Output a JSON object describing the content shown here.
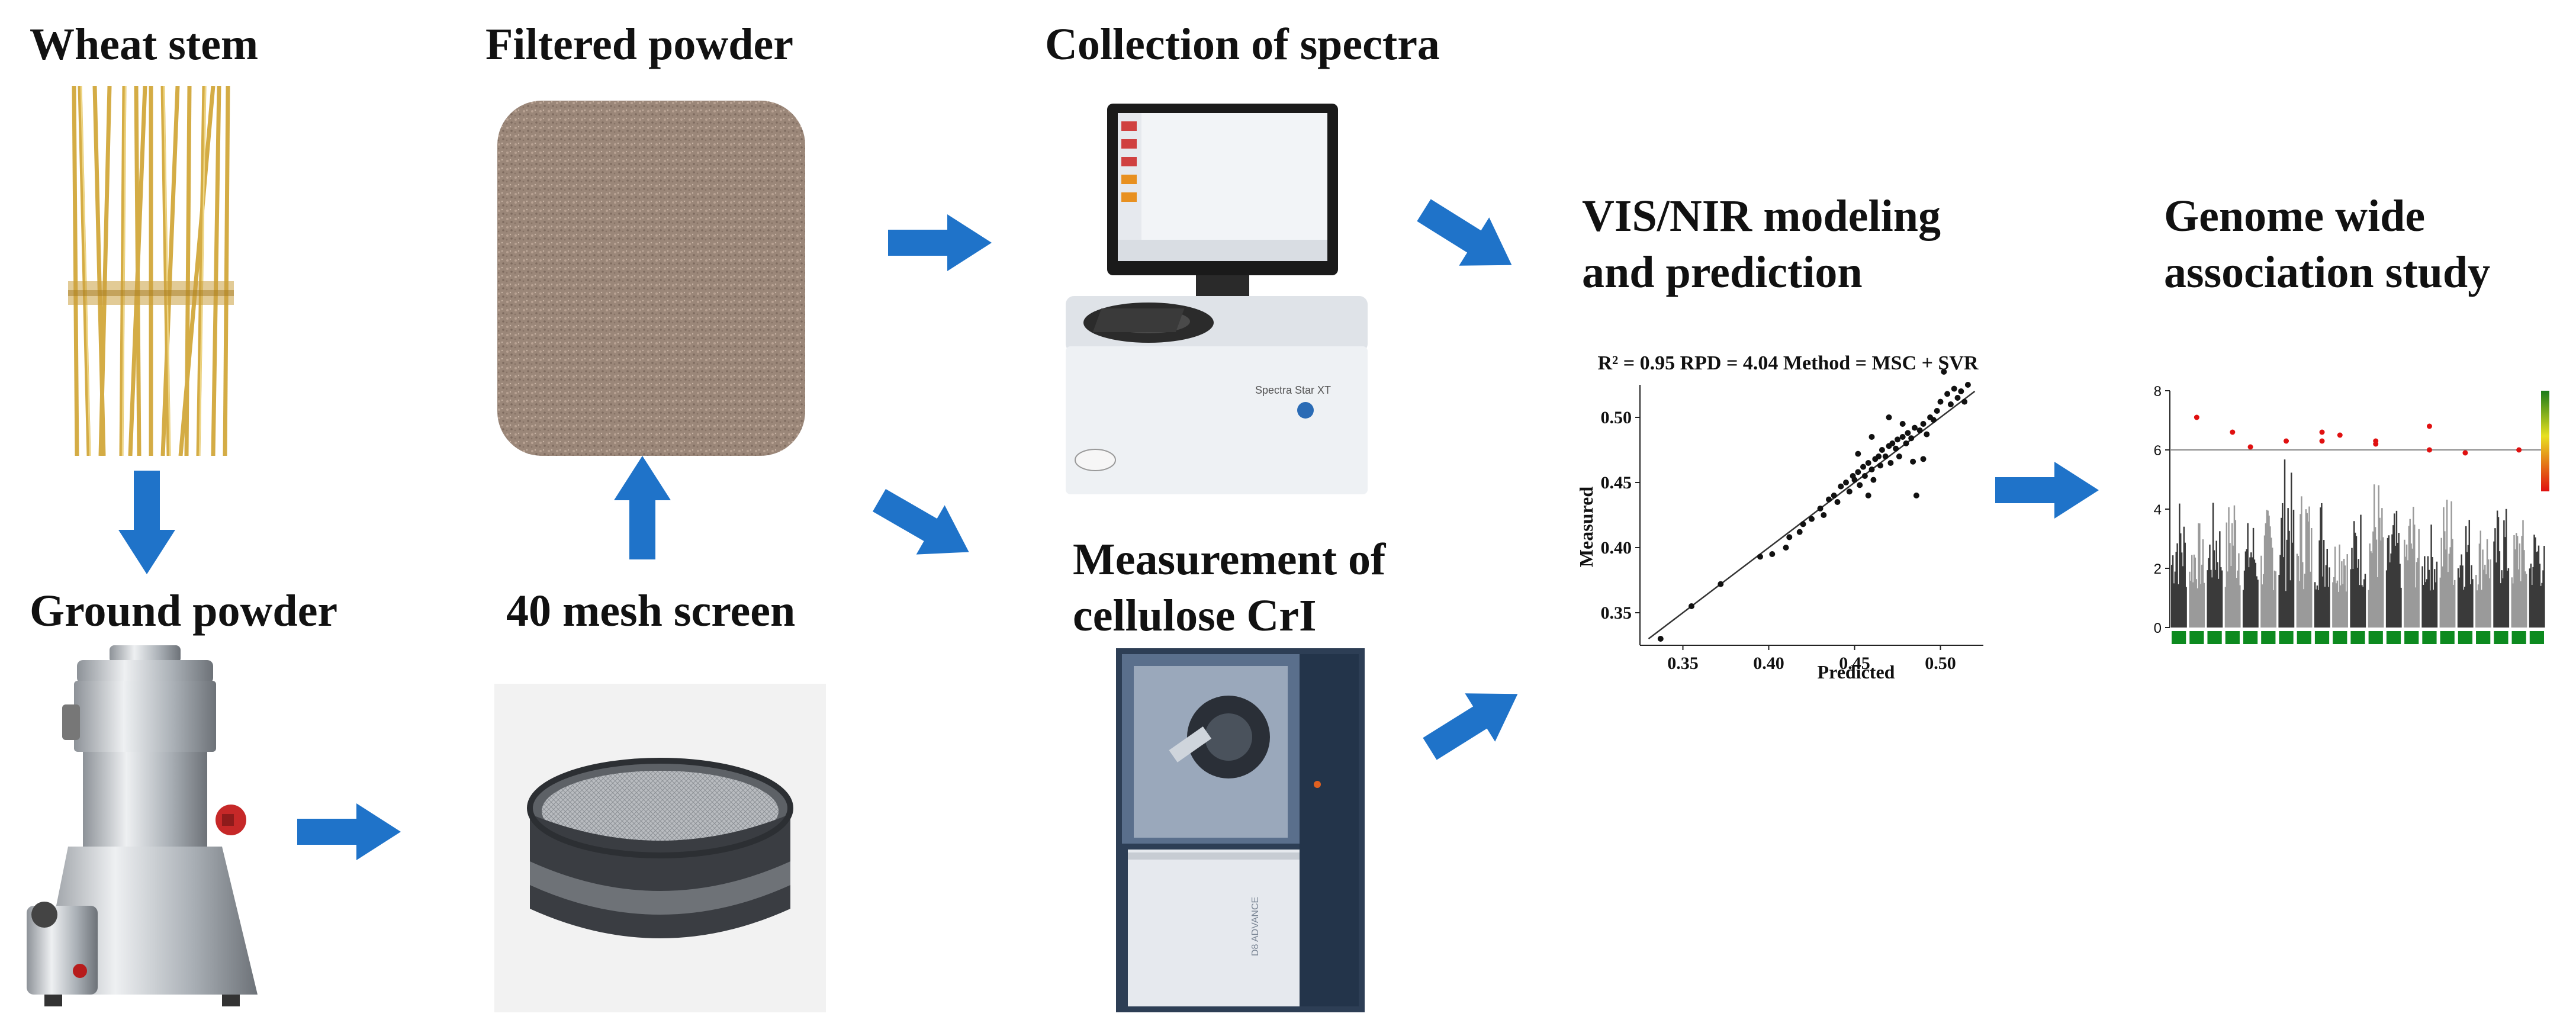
{
  "labels": {
    "wheat_stem": "Wheat stem",
    "filtered_powder": "Filtered powder",
    "collection_spectra": "Collection of spectra",
    "vis_nir_line1": "VIS/NIR modeling",
    "vis_nir_line2": "and prediction",
    "gwas_line1": "Genome wide",
    "gwas_line2": "association study",
    "ground_powder": "Ground powder",
    "mesh_screen": "40 mesh screen",
    "measurement_line1": "Measurement of",
    "measurement_line2": "cellulose CrI"
  },
  "colors": {
    "arrow": "#1f73c9",
    "text": "#111111",
    "bar_dark": "#3a3a3a",
    "bar_light": "#9a9a9a",
    "chrom": "#0d8a1f",
    "hit": "#e01010"
  },
  "chart_data": [
    {
      "type": "scatter",
      "title": "R² = 0.95 RPD = 4.04 Method = MSC + SVR",
      "xlabel": "Predicted",
      "ylabel": "Measured",
      "xlim": [
        0.325,
        0.525
      ],
      "ylim": [
        0.325,
        0.525
      ],
      "xticks": [
        "0.35",
        "0.40",
        "0.45",
        "0.50"
      ],
      "yticks": [
        "0.35",
        "0.40",
        "0.45",
        "0.50"
      ],
      "fit_line": [
        [
          0.33,
          0.33
        ],
        [
          0.52,
          0.52
        ]
      ],
      "points": [
        [
          0.337,
          0.33
        ],
        [
          0.355,
          0.355
        ],
        [
          0.372,
          0.372
        ],
        [
          0.395,
          0.393
        ],
        [
          0.402,
          0.395
        ],
        [
          0.41,
          0.4
        ],
        [
          0.412,
          0.408
        ],
        [
          0.418,
          0.412
        ],
        [
          0.42,
          0.418
        ],
        [
          0.425,
          0.422
        ],
        [
          0.43,
          0.43
        ],
        [
          0.432,
          0.425
        ],
        [
          0.435,
          0.437
        ],
        [
          0.438,
          0.44
        ],
        [
          0.44,
          0.435
        ],
        [
          0.442,
          0.447
        ],
        [
          0.445,
          0.45
        ],
        [
          0.447,
          0.443
        ],
        [
          0.449,
          0.455
        ],
        [
          0.45,
          0.452
        ],
        [
          0.452,
          0.458
        ],
        [
          0.453,
          0.448
        ],
        [
          0.455,
          0.462
        ],
        [
          0.456,
          0.455
        ],
        [
          0.458,
          0.465
        ],
        [
          0.46,
          0.46
        ],
        [
          0.461,
          0.452
        ],
        [
          0.462,
          0.468
        ],
        [
          0.464,
          0.47
        ],
        [
          0.465,
          0.463
        ],
        [
          0.466,
          0.475
        ],
        [
          0.468,
          0.47
        ],
        [
          0.47,
          0.478
        ],
        [
          0.471,
          0.465
        ],
        [
          0.472,
          0.48
        ],
        [
          0.474,
          0.476
        ],
        [
          0.475,
          0.483
        ],
        [
          0.476,
          0.47
        ],
        [
          0.478,
          0.485
        ],
        [
          0.48,
          0.48
        ],
        [
          0.481,
          0.488
        ],
        [
          0.483,
          0.484
        ],
        [
          0.485,
          0.492
        ],
        [
          0.486,
          0.44
        ],
        [
          0.488,
          0.49
        ],
        [
          0.49,
          0.495
        ],
        [
          0.492,
          0.487
        ],
        [
          0.494,
          0.5
        ],
        [
          0.496,
          0.498
        ],
        [
          0.498,
          0.505
        ],
        [
          0.5,
          0.512
        ],
        [
          0.502,
          0.535
        ],
        [
          0.504,
          0.518
        ],
        [
          0.506,
          0.51
        ],
        [
          0.508,
          0.522
        ],
        [
          0.51,
          0.515
        ],
        [
          0.512,
          0.52
        ],
        [
          0.514,
          0.512
        ],
        [
          0.516,
          0.525
        ],
        [
          0.47,
          0.5
        ],
        [
          0.46,
          0.485
        ],
        [
          0.452,
          0.472
        ],
        [
          0.478,
          0.495
        ],
        [
          0.484,
          0.466
        ],
        [
          0.458,
          0.44
        ],
        [
          0.49,
          0.468
        ]
      ]
    },
    {
      "type": "manhattan",
      "ylim": [
        0,
        8
      ],
      "yticks": [
        "0",
        "2",
        "4",
        "6",
        "8"
      ],
      "threshold": 6,
      "chromosomes": 21,
      "peaks": [
        4.6,
        3.7,
        4.4,
        5.1,
        3.9,
        4.2,
        6.1,
        5.2,
        4.8,
        3.8,
        4.3,
        5.4,
        4.1,
        4.5,
        3.6,
        5.0,
        4.2,
        3.9,
        4.7,
        4.0,
        3.8
      ],
      "hits": [
        [
          1,
          7.1
        ],
        [
          3,
          6.6
        ],
        [
          4,
          6.1
        ],
        [
          6,
          6.3
        ],
        [
          8,
          6.6
        ],
        [
          8,
          6.3
        ],
        [
          9,
          6.5
        ],
        [
          11,
          6.3
        ],
        [
          11,
          6.2
        ],
        [
          14,
          6.8
        ],
        [
          14,
          6.0
        ],
        [
          16,
          5.9
        ],
        [
          19,
          6.0
        ]
      ]
    }
  ]
}
